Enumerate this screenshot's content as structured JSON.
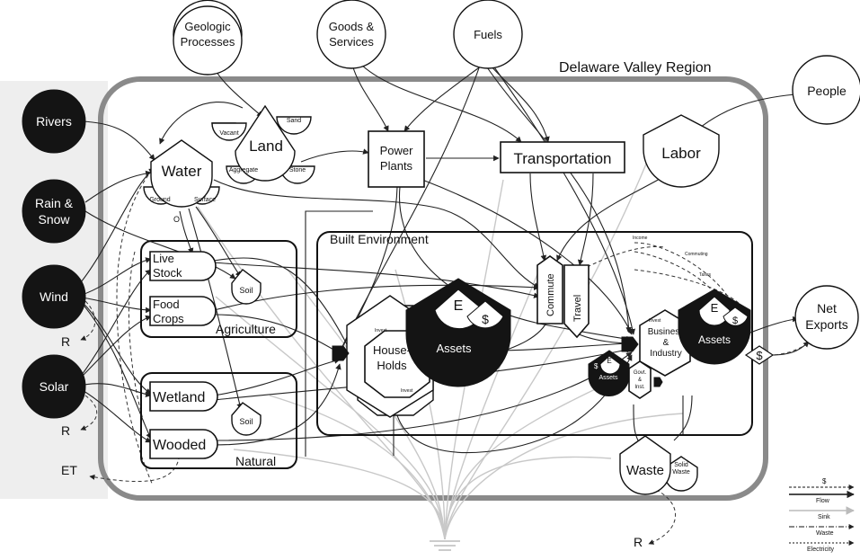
{
  "region": {
    "title": "Delaware Valley Region"
  },
  "sources": {
    "geologic": [
      "Geologic",
      "Processes"
    ],
    "goods": [
      "Goods &",
      "Services"
    ],
    "fuels": "Fuels",
    "people": "People",
    "rivers": "Rivers",
    "rain": [
      "Rain &",
      "Snow"
    ],
    "wind": "Wind",
    "solar": "Solar"
  },
  "nodes": {
    "land": {
      "label": "Land",
      "parts": [
        "Vacant",
        "Sand",
        "Aggregate",
        "Stone"
      ]
    },
    "water": {
      "label": "Water",
      "parts": [
        "Ground",
        "Surface"
      ],
      "o": "O"
    },
    "power_plants": [
      "Power",
      "Plants"
    ],
    "transportation": "Transportation",
    "labor": "Labor",
    "commute": "Commute",
    "travel": "Travel",
    "households": [
      "House-",
      "Holds"
    ],
    "households_flows": [
      "Invest",
      "Invest"
    ],
    "assets_main": {
      "e": "E",
      "dollar": "$",
      "label": "Assets"
    },
    "business": [
      "Business",
      "&",
      "Industry"
    ],
    "business_flows": [
      "Income",
      "Commuting",
      "Taxes",
      "Invest"
    ],
    "assets_bus": {
      "e": "E",
      "dollar": "$",
      "label": "Assets"
    },
    "assets_gov": {
      "e": "E",
      "dollar": "$",
      "label": "Assets"
    },
    "gov": [
      "Govt.",
      "&",
      "Inst."
    ],
    "net_exports": [
      "Net",
      "Exports"
    ],
    "exports_dollar": "$",
    "waste": {
      "label": "Waste",
      "part": [
        "Solid",
        "Waste"
      ]
    }
  },
  "groups": {
    "agriculture": {
      "label": "Agriculture",
      "live": [
        "Live",
        "Stock"
      ],
      "food": [
        "Food",
        "Crops"
      ],
      "soil": "Soil"
    },
    "natural": {
      "label": "Natural",
      "wetland": "Wetland",
      "wooded": "Wooded",
      "soil": "Soil"
    },
    "built": {
      "label": "Built Environment"
    }
  },
  "outputs": {
    "r1": "R",
    "r2": "R",
    "r3": "R",
    "et": "ET"
  },
  "legend": {
    "items": [
      "$",
      "Flow",
      "Sink",
      "Waste",
      "Electricity"
    ]
  }
}
